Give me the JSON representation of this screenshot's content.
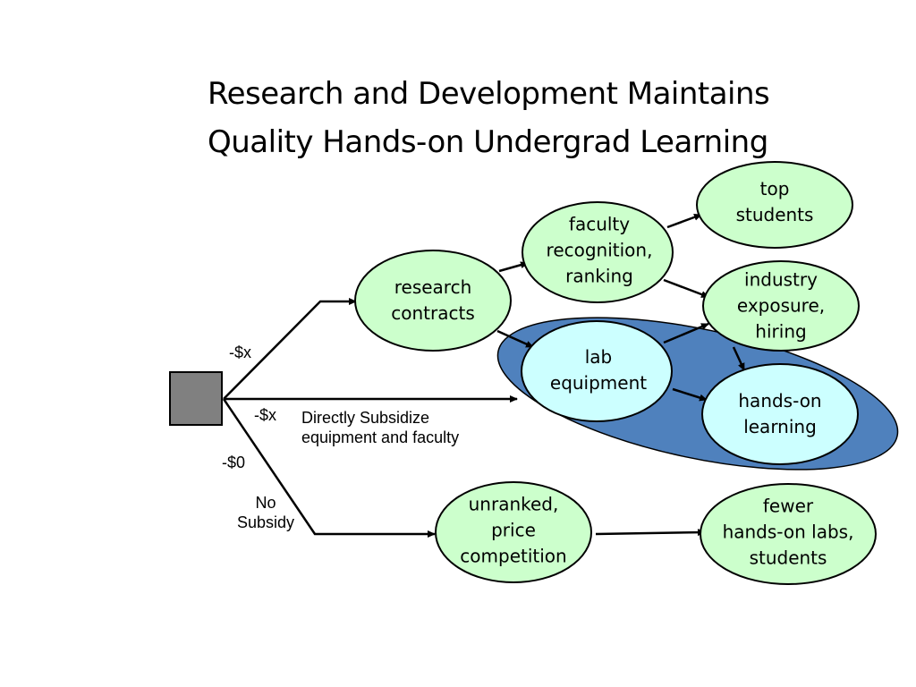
{
  "title": {
    "line1": "Research and Development Maintains",
    "line2": "Quality Hands-on Undergrad Learning"
  },
  "nodes": {
    "research_contracts": [
      "research",
      "contracts"
    ],
    "faculty_recognition": [
      "faculty",
      "recognition,",
      "ranking"
    ],
    "top_students": [
      "top",
      "students"
    ],
    "industry_exposure": [
      "industry",
      "exposure,",
      "hiring"
    ],
    "lab_equipment": [
      "lab",
      "equipment"
    ],
    "hands_on_learning": [
      "hands-on",
      "learning"
    ],
    "unranked": [
      "unranked,",
      "price",
      "competition"
    ],
    "fewer_labs": [
      "fewer",
      "hands-on labs,",
      "students"
    ]
  },
  "edge_labels": {
    "upper_cost": "-$x",
    "middle_cost": "-$x",
    "middle_desc": [
      "Directly Subsidize",
      "equipment and faculty"
    ],
    "lower_cost": "-$0",
    "lower_desc": [
      "No",
      "Subsidy"
    ]
  },
  "colors": {
    "node_fill_green": "#ccffcc",
    "node_fill_cyan": "#ccffff",
    "cluster_fill": "#4f81bd",
    "decision_fill": "#808080",
    "stroke": "#000000"
  }
}
